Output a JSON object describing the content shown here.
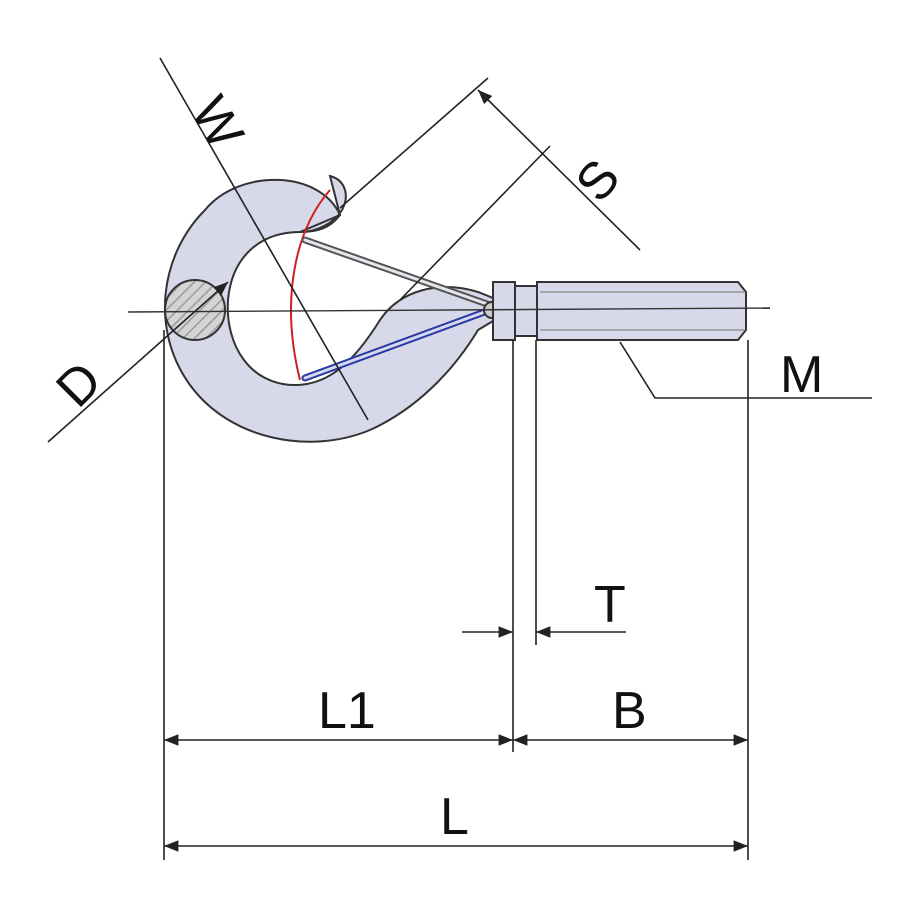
{
  "labels": {
    "w": "W",
    "s": "S",
    "d": "D",
    "m": "M",
    "t": "T",
    "l1": "L1",
    "b": "B",
    "l": "L"
  },
  "colors": {
    "part_fill": "#d7d9ea",
    "hatch": "#b0b0b0",
    "red_arc": "#d21e1e",
    "blue_latch": "#2a3aa0",
    "line": "#222222"
  }
}
